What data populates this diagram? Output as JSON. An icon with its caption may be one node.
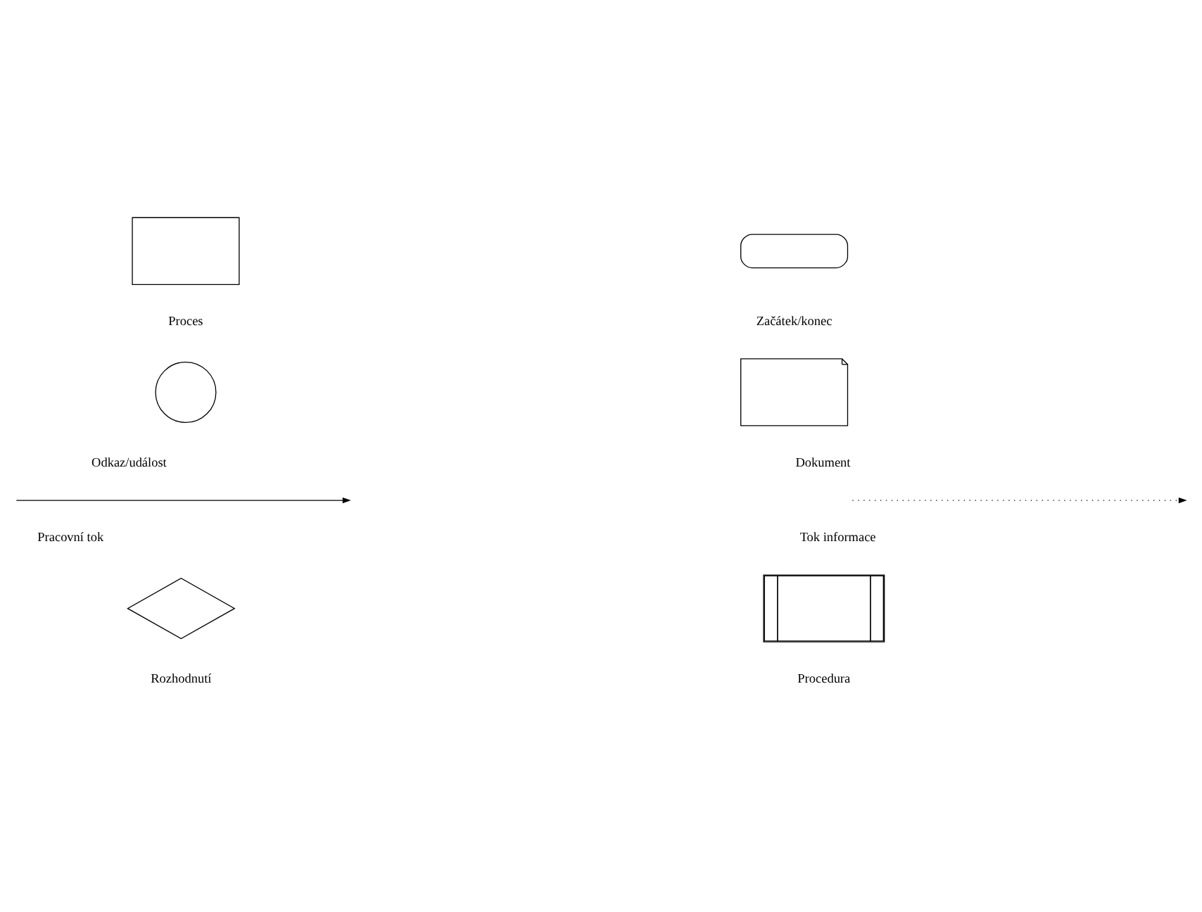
{
  "diagram": {
    "nodes": [
      {
        "text": [],
        "shape": "box",
        "beside": [
          "Proces"
        ]
      },
      {
        "text": [],
        "shape": "stadium",
        "beside": [
          "Začátek/konec"
        ]
      },
      {
        "text": [],
        "shape": "circle",
        "beside": [
          "Odkaz/událost"
        ]
      },
      {
        "text": [],
        "shape": "document",
        "beside": [
          "Dokument"
        ]
      },
      {
        "text": [],
        "shape": "diamond",
        "beside": [
          "Rozhodnutí"
        ]
      },
      {
        "text": [],
        "shape": "procedure",
        "beside": [
          "Procedura"
        ]
      }
    ],
    "legend": [
      {
        "text": "Pracovní tok"
      },
      {
        "text": "Tok informace"
      }
    ]
  }
}
